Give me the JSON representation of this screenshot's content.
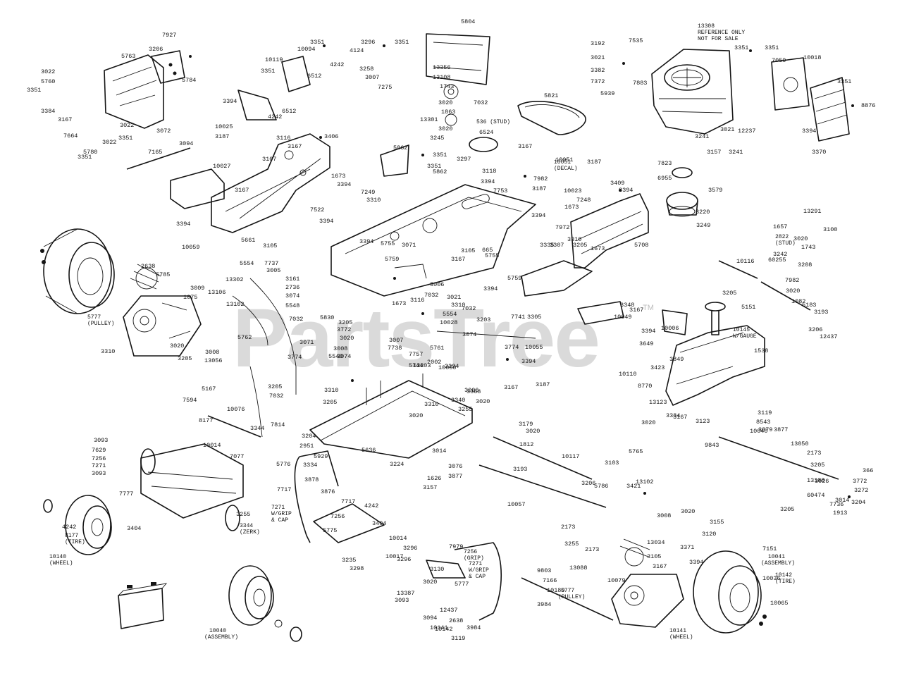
{
  "watermark": {
    "text": "PartsTree",
    "tm": "TM"
  },
  "notes": {
    "engine_ref": [
      "13308",
      "REFERENCE ONLY",
      "NOT FOR SALE"
    ],
    "left_tire": [
      "8177",
      "(TIRE)"
    ],
    "left_wheel": [
      "10140",
      "(WHEEL)"
    ],
    "left_pulley": [
      "5777",
      "(PULLEY)"
    ],
    "right_pulley": [
      "5777",
      "(PULLEY)"
    ],
    "rear_tire": [
      "10142",
      "(TIRE)"
    ],
    "rear_wheel": [
      "10141",
      "(WHEEL)"
    ],
    "rear_assembly": [
      "10041",
      "(ASSEMBLY)"
    ],
    "front_assembly": [
      "10040",
      "(ASSEMBLY)"
    ],
    "decal": [
      "10051",
      "(DECAL)"
    ],
    "stud_right": [
      "2822",
      "(STUD)"
    ],
    "gauge": [
      "10145",
      "W/GAUGE"
    ],
    "grip": [
      "7256",
      "(GRIP)"
    ],
    "grip_cap1": [
      "7271",
      "W/GRIP",
      "& CAP"
    ],
    "grip_cap2": [
      "7271",
      "W/GRIP",
      "& CAP"
    ],
    "zerk": [
      "3344",
      "(ZERK)"
    ],
    "stud_mid": "536 (STUD)"
  },
  "callouts": [
    "7927",
    "3206",
    "5763",
    "5784",
    "3022",
    "5760",
    "3351",
    "3384",
    "3167",
    "7664",
    "3022",
    "3351",
    "5780",
    "3351",
    "3022",
    "3072",
    "3094",
    "3351",
    "10094",
    "3296",
    "3351",
    "4124",
    "4242",
    "3258",
    "3007",
    "7275",
    "10119",
    "3351",
    "6512",
    "3394",
    "6512",
    "4242",
    "10025",
    "3187",
    "3116",
    "3167",
    "3406",
    "3107",
    "1673",
    "3394",
    "10027",
    "3167",
    "7165",
    "7249",
    "3310",
    "7522",
    "3394",
    "3394",
    "5661",
    "3105",
    "10059",
    "5804",
    "13356",
    "13108",
    "1743",
    "3020",
    "1863",
    "13301",
    "3020",
    "3245",
    "7032",
    "6524",
    "3297",
    "5862",
    "3351",
    "3351",
    "5862",
    "3118",
    "3394",
    "3167",
    "10051",
    "3187",
    "7982",
    "3187",
    "7753",
    "3394",
    "10023",
    "3409",
    "3394",
    "7248",
    "1673",
    "7972",
    "3310",
    "3205",
    "1673",
    "3307",
    "5708",
    "5821",
    "3192",
    "7535",
    "3021",
    "3382",
    "7372",
    "5939",
    "7883",
    "3351",
    "3351",
    "7050",
    "10018",
    "3351",
    "8876",
    "12237",
    "3021",
    "3241",
    "3241",
    "3157",
    "3394",
    "3370",
    "7823",
    "6955",
    "3579",
    "3220",
    "3249",
    "13291",
    "1657",
    "3100",
    "3020",
    "1743",
    "3242",
    "3208",
    "60255",
    "10116",
    "7982",
    "3020",
    "5151",
    "1082",
    "5183",
    "3193",
    "3206",
    "12437",
    "2638",
    "5785",
    "1075",
    "3009",
    "13106",
    "13102",
    "3020",
    "3008",
    "3205",
    "13056",
    "3310",
    "5554",
    "7737",
    "3005",
    "3161",
    "2736",
    "3074",
    "5548",
    "7032",
    "5762",
    "3071",
    "3774",
    "3205",
    "7032",
    "13302",
    "3394",
    "5755",
    "3071",
    "5759",
    "3116",
    "3021",
    "1673",
    "3167",
    "3105",
    "665",
    "3335",
    "5755",
    "5759",
    "3006",
    "7032",
    "3310",
    "7032",
    "5554",
    "5830",
    "3205",
    "3772",
    "3020",
    "3007",
    "3008",
    "7738",
    "3074",
    "5540",
    "5761",
    "3074",
    "3774",
    "3203",
    "3305",
    "7741",
    "10055",
    "3394",
    "3187",
    "3167",
    "10028",
    "3394",
    "7757",
    "5744",
    "10050",
    "3368",
    "3340",
    "3348",
    "10049",
    "3167",
    "3394",
    "10006",
    "3649",
    "3849",
    "3423",
    "10110",
    "8770",
    "13123",
    "3205",
    "1538",
    "3167",
    "3123",
    "3020",
    "3384",
    "2002",
    "13303",
    "3394",
    "3006",
    "3310",
    "3205",
    "3020",
    "3310",
    "3020",
    "3255",
    "3204",
    "2951",
    "5636",
    "5929",
    "3014",
    "3334",
    "3224",
    "3878",
    "3076",
    "3877",
    "1626",
    "3157",
    "5167",
    "7594",
    "10076",
    "3344",
    "8177",
    "7814",
    "3093",
    "7629",
    "7256",
    "7271",
    "3093",
    "7077",
    "10014",
    "7777",
    "3255",
    "4242",
    "3404",
    "5776",
    "7717",
    "3876",
    "7717",
    "7256",
    "5775",
    "4242",
    "3404",
    "3235",
    "3298",
    "10014",
    "3296",
    "10017",
    "3296",
    "7979",
    "3130",
    "13387",
    "3093",
    "3020",
    "5777",
    "12437",
    "2638",
    "3094",
    "10141",
    "10142",
    "3119",
    "3984",
    "3984",
    "9803",
    "7166",
    "10180",
    "10079",
    "3167",
    "3394",
    "7151",
    "10036",
    "10065",
    "3179",
    "3020",
    "1812",
    "10117",
    "3193",
    "3206",
    "5786",
    "3421",
    "10057",
    "3103",
    "5765",
    "13102",
    "3008",
    "3020",
    "13034",
    "3371",
    "3105",
    "3120",
    "3155",
    "3205",
    "2173",
    "3255",
    "2173",
    "13088",
    "13050",
    "2173",
    "3205",
    "366",
    "3772",
    "3272",
    "13188",
    "3026",
    "7736",
    "60474",
    "3204",
    "3014",
    "1913",
    "9843",
    "10040",
    "8543",
    "3119",
    "3879",
    "3877"
  ]
}
